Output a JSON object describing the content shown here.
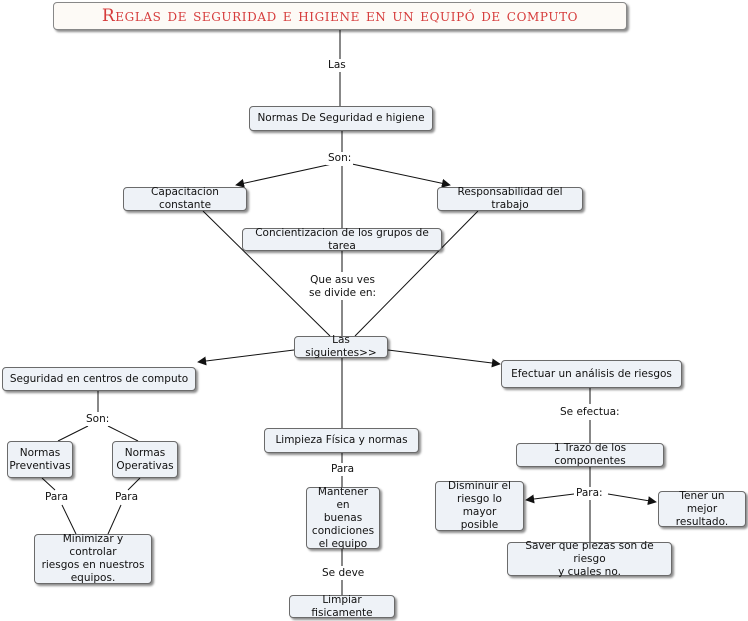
{
  "title": "Reglas de seguridad e higiene en un equipó de computo",
  "nodes": {
    "normas": "Normas De Seguridad e higiene",
    "capacitacion": "Capacitacion constante",
    "responsabilidad": "Responsabilidad del trabajo",
    "concientizacion": "Concientizacion de los grupos de tarea",
    "siguientes": "Las siguientes>>",
    "seguridad_centros": "Seguridad en centros de computo",
    "analisis": "Efectuar un análisis de riesgos",
    "preventivas": "Normas\nPreventivas",
    "operativas": "Normas\nOperativas",
    "limpieza": "Limpieza Física y normas",
    "trazo": "1 Trazo de los componentes",
    "minimizar": "Minimizar y controlar\nriesgos en nuestros\nequipos.",
    "mantener": "Mantener en\nbuenas\ncondiciones\nel equipo",
    "limpiar": "Limpiar fisicamente",
    "disminuir": "Disminuir el\nriesgo lo mayor\nposible",
    "tener": "Tener un mejor\nresultado.",
    "saver": "Saver que piezas son de riesgo\ny cuales no."
  },
  "links": {
    "las": "Las",
    "son1": "Son:",
    "que_asu": "Que asu ves\nse divide en:",
    "son2": "Son:",
    "para_prev": "Para",
    "para_oper": "Para",
    "para_limp": "Para",
    "se_deve": "Se deve",
    "se_efectua": "Se efectua:",
    "para_trazo": "Para:"
  }
}
